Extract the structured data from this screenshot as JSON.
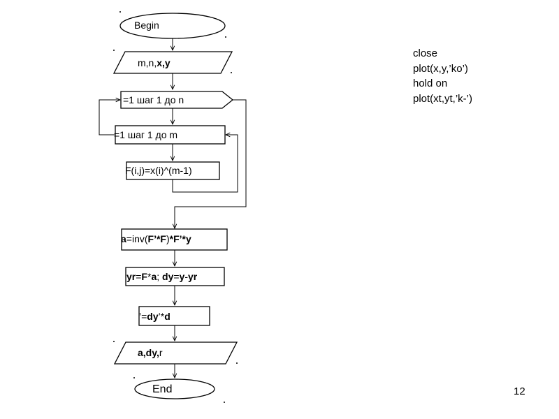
{
  "flowchart": {
    "begin": "Begin",
    "input": {
      "prefix": "m,n,",
      "bold": "x,y"
    },
    "loop_outer": "=1 шаг 1 до n",
    "loop_inner": "=1 шаг 1 до m",
    "assign_f": "F(i,j)=x(i)^(m-1)",
    "calc_a": {
      "p1": "a",
      "p2": "=inv(",
      "p3": "F’*F",
      "p4": ")",
      "p5": "*F’*y"
    },
    "calc_yr": {
      "p1": "yr",
      "p2": "=",
      "p3": "F",
      "p4": "*",
      "p5": "a",
      "p6": "; ",
      "p7": "dy",
      "p8": "=",
      "p9": "y",
      "p10": "-",
      "p11": "yr"
    },
    "calc_r": {
      "p1": "’=",
      "p2": "dy",
      "p3": "’*",
      "p4": "d"
    },
    "output": {
      "bold": "a,dy,",
      "suffix": "r"
    },
    "end": "End"
  },
  "code": [
    "close",
    "plot(x,y,’ko’)",
    "hold on",
    "plot(xt,yt,’k-’)"
  ],
  "page_number": "12"
}
